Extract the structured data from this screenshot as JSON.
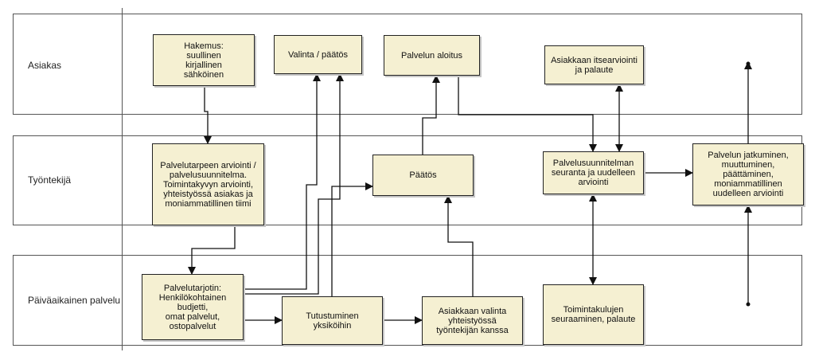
{
  "colors": {
    "box_fill": "#f5f0d2",
    "box_border": "#222222",
    "line": "#111111",
    "lane_border": "#555555"
  },
  "lanes": {
    "customer": "Asiakas",
    "worker": "Työntekijä",
    "daycare": "Päiväaikainen palvelu"
  },
  "boxes": {
    "application": "Hakemus:\nsuullinen\nkirjallinen\nsähköinen",
    "selection": "Valinta / päätös",
    "service_start": "Palvelun aloitus",
    "self_assessment": "Asiakkaan itsearviointi\nja palaute",
    "needs_assessment": "Palvelutarpeen arviointi /\npalvelusuunnitelma.\nToimintakyvyn arviointi,\nyhteistyössä asiakas ja\nmoniammatillinen tiimi",
    "decision": "Päätös",
    "plan_followup": "Palvelusuunnitelman\nseuranta ja uudelleen\narviointi",
    "continuation": "Palvelun jatkuminen,\nmuuttuminen,\npäättäminen,\nmoniammatillinen\nuudelleen arviointi",
    "service_tray": "Palvelutarjotin:\nHenkilökohtainen\nbudjetti,\nomat palvelut,\nostopalvelut",
    "familiarization": "Tutustuminen\nyksiköihin",
    "customer_choice": "Asiakkaan valinta\nyhteistyössä\ntyöntekijän kanssa",
    "activity_monitoring": "Toimintakulujen\nseuraaminen, palaute"
  }
}
